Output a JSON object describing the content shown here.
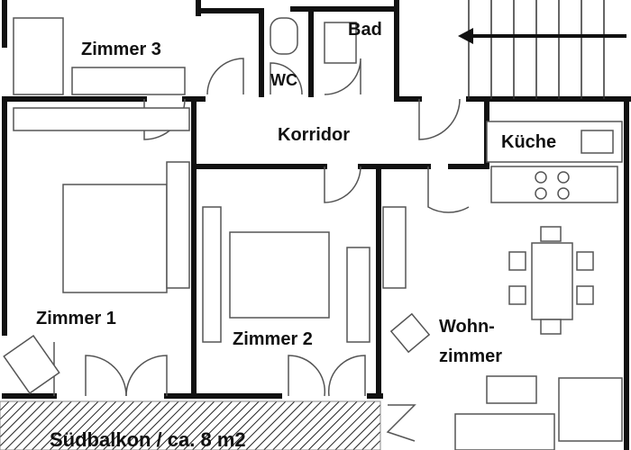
{
  "rooms": {
    "zimmer3": "Zimmer 3",
    "wc": "WC",
    "bad": "Bad",
    "korridor": "Korridor",
    "kueche": "Küche",
    "zimmer1": "Zimmer 1",
    "zimmer2": "Zimmer 2",
    "wohnzimmer_line1": "Wohn-",
    "wohnzimmer_line2": "zimmer",
    "balkon": "Südbalkon / ca. 8 m2"
  },
  "colors": {
    "wall": "#111111",
    "furniture": "#555555",
    "hatch": "#222222"
  }
}
